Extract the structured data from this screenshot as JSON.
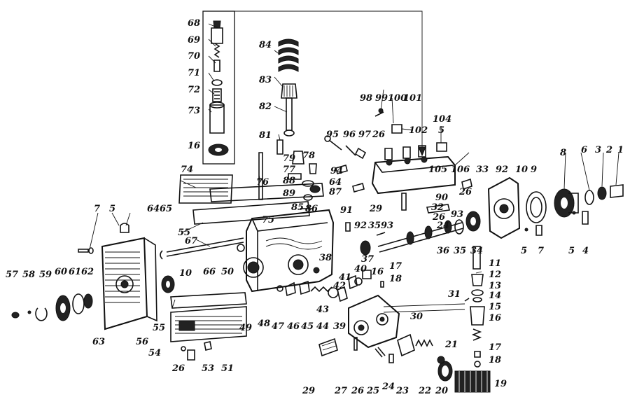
{
  "diagram": {
    "labels": {
      "l1": "1",
      "l2": "2",
      "l3": "3",
      "l4": "4",
      "l5a": "5",
      "l5b": "5",
      "l5c": "5",
      "l5d": "5",
      "l6": "6",
      "l7a": "7",
      "l7b": "7",
      "l8": "8",
      "l9": "9",
      "l10a": "10",
      "l10b": "10",
      "l11": "11",
      "l12": "12",
      "l13": "13",
      "l14": "14",
      "l15": "15",
      "l16a": "16",
      "l16b": "16",
      "l16c": "16",
      "l17a": "17",
      "l17b": "17",
      "l18a": "18",
      "l18b": "18",
      "l19": "19",
      "l20": "20",
      "l21": "21",
      "l22": "22",
      "l23": "23",
      "l24a": "24",
      "l24b": "24",
      "l25": "25",
      "l26a": "26",
      "l26b": "26",
      "l26c": "26",
      "l26d": "26",
      "l26e": "26",
      "l27": "27",
      "l29a": "29",
      "l29b": "29",
      "l30": "30",
      "l31": "31",
      "l32": "32",
      "l33": "33",
      "l34": "34",
      "l35a": "35",
      "l35b": "35",
      "l36": "36",
      "l37": "37",
      "l38": "38",
      "l39": "39",
      "l40": "40",
      "l41": "41",
      "l42": "42",
      "l43": "43",
      "l44": "44",
      "l45": "45",
      "l46": "46",
      "l47": "47",
      "l48": "48",
      "l49": "49",
      "l50": "50",
      "l51": "51",
      "l53": "53",
      "l54": "54",
      "l55a": "55",
      "l55b": "55",
      "l56": "56",
      "l57": "57",
      "l58": "58",
      "l59": "59",
      "l60": "60",
      "l61": "61",
      "l62": "62",
      "l63": "63",
      "l64a": "64",
      "l64b": "64",
      "l65": "65",
      "l66": "66",
      "l67": "67",
      "l68": "68",
      "l69": "69",
      "l70": "70",
      "l71": "71",
      "l72": "72",
      "l73": "73",
      "l74": "74",
      "l75": "75",
      "l76": "76",
      "l77": "77",
      "l78": "78",
      "l79": "79",
      "l81": "81",
      "l82": "82",
      "l83": "83",
      "l84": "84",
      "l85": "85",
      "l86": "86",
      "l87": "87",
      "l88": "88",
      "l89": "89",
      "l90": "90",
      "l91": "91",
      "l92a": "92",
      "l92b": "92",
      "l93a": "93",
      "l93b": "93",
      "l94": "94",
      "l95": "95",
      "l96": "96",
      "l97": "97",
      "l98": "98",
      "l99": "99",
      "l100": "100",
      "l101": "101",
      "l102": "102",
      "l104": "104",
      "l105": "105",
      "l106": "106"
    }
  }
}
